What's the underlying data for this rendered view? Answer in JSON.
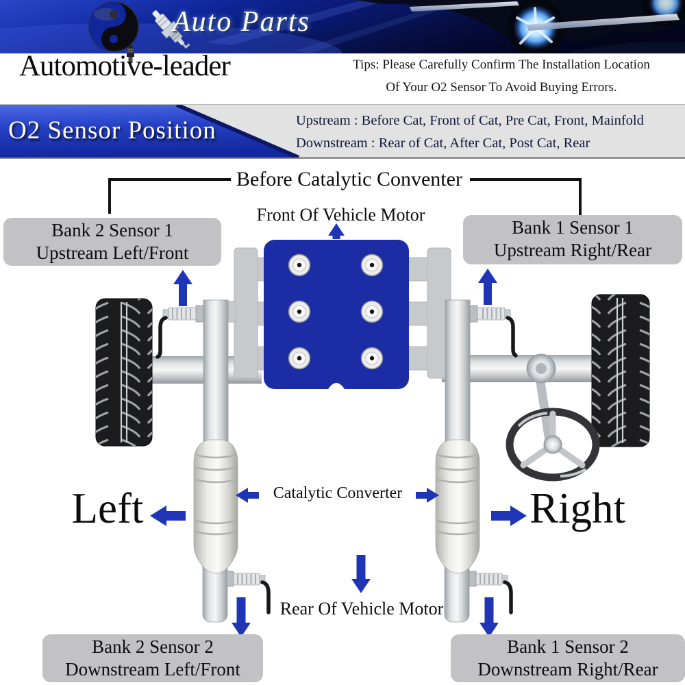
{
  "header": {
    "banner_title": "Auto Parts",
    "brand_name": "Automotive-leader",
    "tips_line1": "Tips: Please Carefully Confirm The Installation Location",
    "tips_line2": "Of Your O2 Sensor To Avoid Buying Errors."
  },
  "position_banner": {
    "title": "O2 Sensor Position",
    "upstream_line": "Upstream : Before Cat, Front of Cat, Pre Cat, Front, Mainfold",
    "downstream_line": "Downstream : Rear of Cat, After Cat, Post Cat, Rear"
  },
  "diagram": {
    "top_caption": "Before Catalytic Conventer",
    "front_label": "Front Of Vehicle Motor",
    "rear_label": "Rear Of Vehicle Motor",
    "converter_label": "Catalytic Converter",
    "left_label": "Left",
    "right_label": "Right",
    "sensor_boxes": [
      {
        "line1": "Bank 2 Sensor 1",
        "line2": "Upstream Left/Front"
      },
      {
        "line1": "Bank 1 Sensor 1",
        "line2": "Upstream Right/Rear"
      },
      {
        "line1": "Bank 2 Sensor 2",
        "line2": "Downstream Left/Front"
      },
      {
        "line1": "Bank 1 Sensor 2",
        "line2": "Downstream Right/Rear"
      }
    ]
  },
  "colors": {
    "arrow_blue": "#1f35b5",
    "engine_blue": "#1b2ca4",
    "banner_dark_blue": "#10269a",
    "position_banner_blue": "#2440c4",
    "panel_gray": "#e2e2e2",
    "label_box_gray": "#c2c2c4",
    "pipe_gray": "#c6cacd"
  }
}
